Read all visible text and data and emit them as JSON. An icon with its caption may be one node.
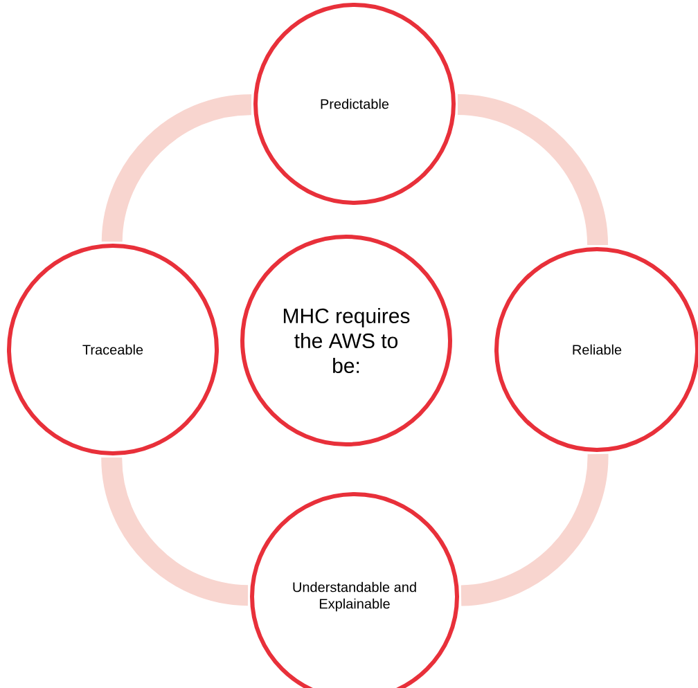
{
  "diagram": {
    "nodes": [
      {
        "text": [
          "Predictable"
        ]
      },
      {
        "text": [
          "Traceable"
        ]
      },
      {
        "text": [
          "MHC requires the AWS to be:"
        ]
      },
      {
        "text": [
          "Reliable"
        ]
      },
      {
        "text": [
          "Understandable and Explainable"
        ]
      }
    ],
    "edges": [
      {
        "from": 0,
        "to": 3,
        "arrow": "none"
      },
      {
        "from": 3,
        "to": 4,
        "arrow": "none"
      },
      {
        "from": 4,
        "to": 1,
        "arrow": "none"
      },
      {
        "from": 1,
        "to": 0,
        "arrow": "none"
      }
    ]
  }
}
